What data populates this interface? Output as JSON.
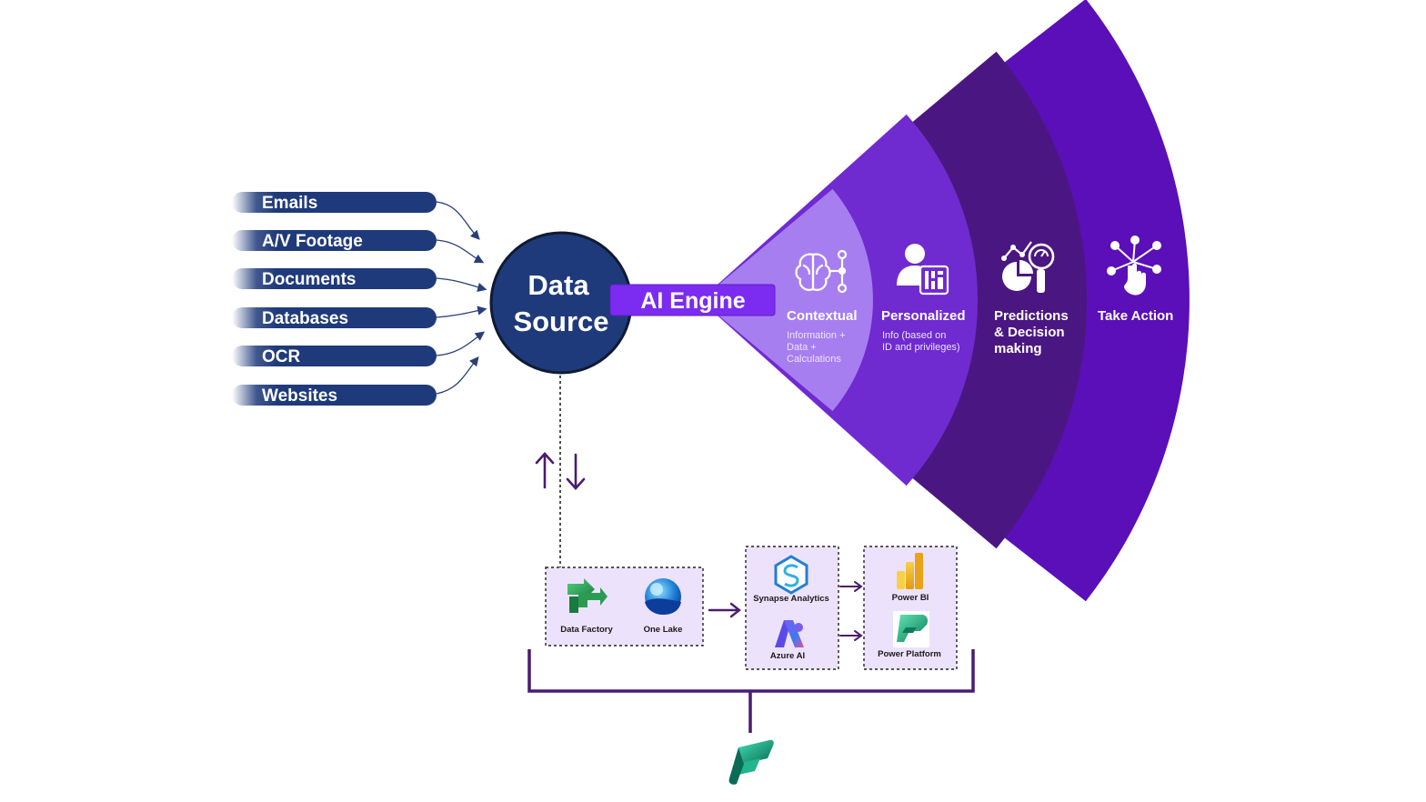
{
  "sources": [
    "Emails",
    "A/V Footage",
    "Documents",
    "Databases",
    "OCR",
    "Websites"
  ],
  "data_source": {
    "line1": "Data",
    "line2": "Source"
  },
  "engine": "AI Engine",
  "layers": [
    {
      "title": [
        "Contextual"
      ],
      "subtitle": [
        "Information +",
        "Data +",
        "Calculations"
      ],
      "icon": "brain-network-icon"
    },
    {
      "title": [
        "Personalized"
      ],
      "subtitle": [
        "Info (based on",
        "ID and privileges)"
      ],
      "icon": "user-id-icon"
    },
    {
      "title": [
        "Predictions",
        "& Decision",
        "making"
      ],
      "subtitle": [],
      "icon": "analytics-magnifier-icon"
    },
    {
      "title": [
        "Take Action"
      ],
      "subtitle": [],
      "icon": "hand-network-icon"
    }
  ],
  "tools": {
    "group1": [
      "Data Factory",
      "One Lake"
    ],
    "group2": [
      "Synapse Analytics",
      "Azure AI"
    ],
    "group3": [
      "Power BI",
      "Power Platform"
    ]
  },
  "colors": {
    "source_bar": "#1f3a7a",
    "circle": "#1f3a7a",
    "engine_pill": "#7b2cf0",
    "layer1": "#a77ef0",
    "layer2": "#6f2ad0",
    "layer3": "#4a1782",
    "layer4": "#5a0fb8",
    "tool_box": "#ede2fb",
    "bracket": "#4a1c70"
  }
}
